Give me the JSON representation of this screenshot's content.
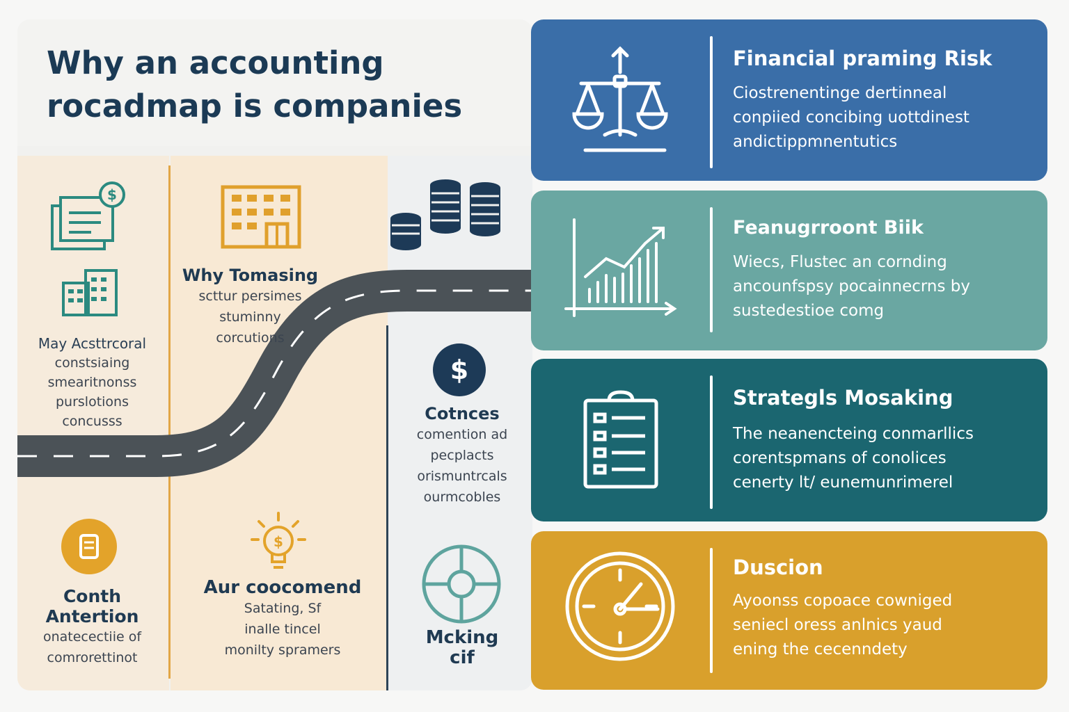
{
  "title": "Why an accounting rocadmap is companies",
  "left_col": {
    "heading": "May Acsttrcoral",
    "lines": [
      "constsiaing",
      "smearitnonss",
      "purslotions",
      "concusss"
    ]
  },
  "middle_col": {
    "heading": "Why Tomasing",
    "lines": [
      "scttur persimes",
      "stuminny",
      "corcutions"
    ]
  },
  "right_col": {
    "heading": "Cotnces",
    "lines": [
      "comention ad",
      "pecplacts",
      "orismuntrcals",
      "ourmcobles"
    ],
    "dollar": "$"
  },
  "bottom_left": {
    "heading_line1": "Conth",
    "heading_line2": "Antertion",
    "lines": [
      "onatecectiie of",
      "comrorettinot"
    ]
  },
  "bottom_middle": {
    "heading": "Aur coocomend",
    "lines": [
      "Satating, Sf",
      "inalle tincel",
      "monilty spramers"
    ]
  },
  "bottom_right": {
    "heading_line1": "Mcking",
    "heading_line2": "cif"
  },
  "cards": [
    {
      "title": "Financial praming Risk",
      "lines": [
        "Ciostrenentinge dertinneal",
        "conpiied concibing uottdinest",
        "andictippmnentutics"
      ],
      "color": "#3a6ea8",
      "icon": "balance-scale-icon"
    },
    {
      "title": "Feanugrroont Biik",
      "lines": [
        "Wiecs, Flustec an cornding",
        "ancounfspsy pocainnecrns by",
        "sustedestioe comg"
      ],
      "color": "#6aa7a2",
      "icon": "growth-chart-icon"
    },
    {
      "title": "Strategls Mosaking",
      "lines": [
        "The neanencteing conmarllics",
        "corentspmans of conolices",
        "cenerty lt/ eunemunrimerel"
      ],
      "color": "#1b6670",
      "icon": "clipboard-checklist-icon"
    },
    {
      "title": "Duscion",
      "lines": [
        "Ayoonss copoace cowniged",
        "seniecl oress anlnics yaud",
        "ening the cecenndety"
      ],
      "color": "#d9a02c",
      "icon": "gauge-icon"
    }
  ],
  "colors": {
    "navy": "#1b3a55",
    "teal": "#2b7f7a",
    "gold": "#e3a32a",
    "road": "#4b5257"
  }
}
